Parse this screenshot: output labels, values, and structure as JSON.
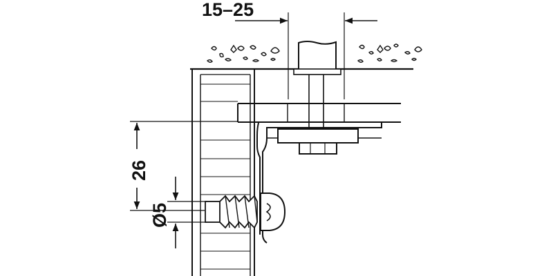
{
  "dimensions": {
    "width_range": "15–25",
    "height": "26",
    "diameter": "Ø5"
  },
  "colors": {
    "line": "#111111",
    "background": "#ffffff"
  }
}
